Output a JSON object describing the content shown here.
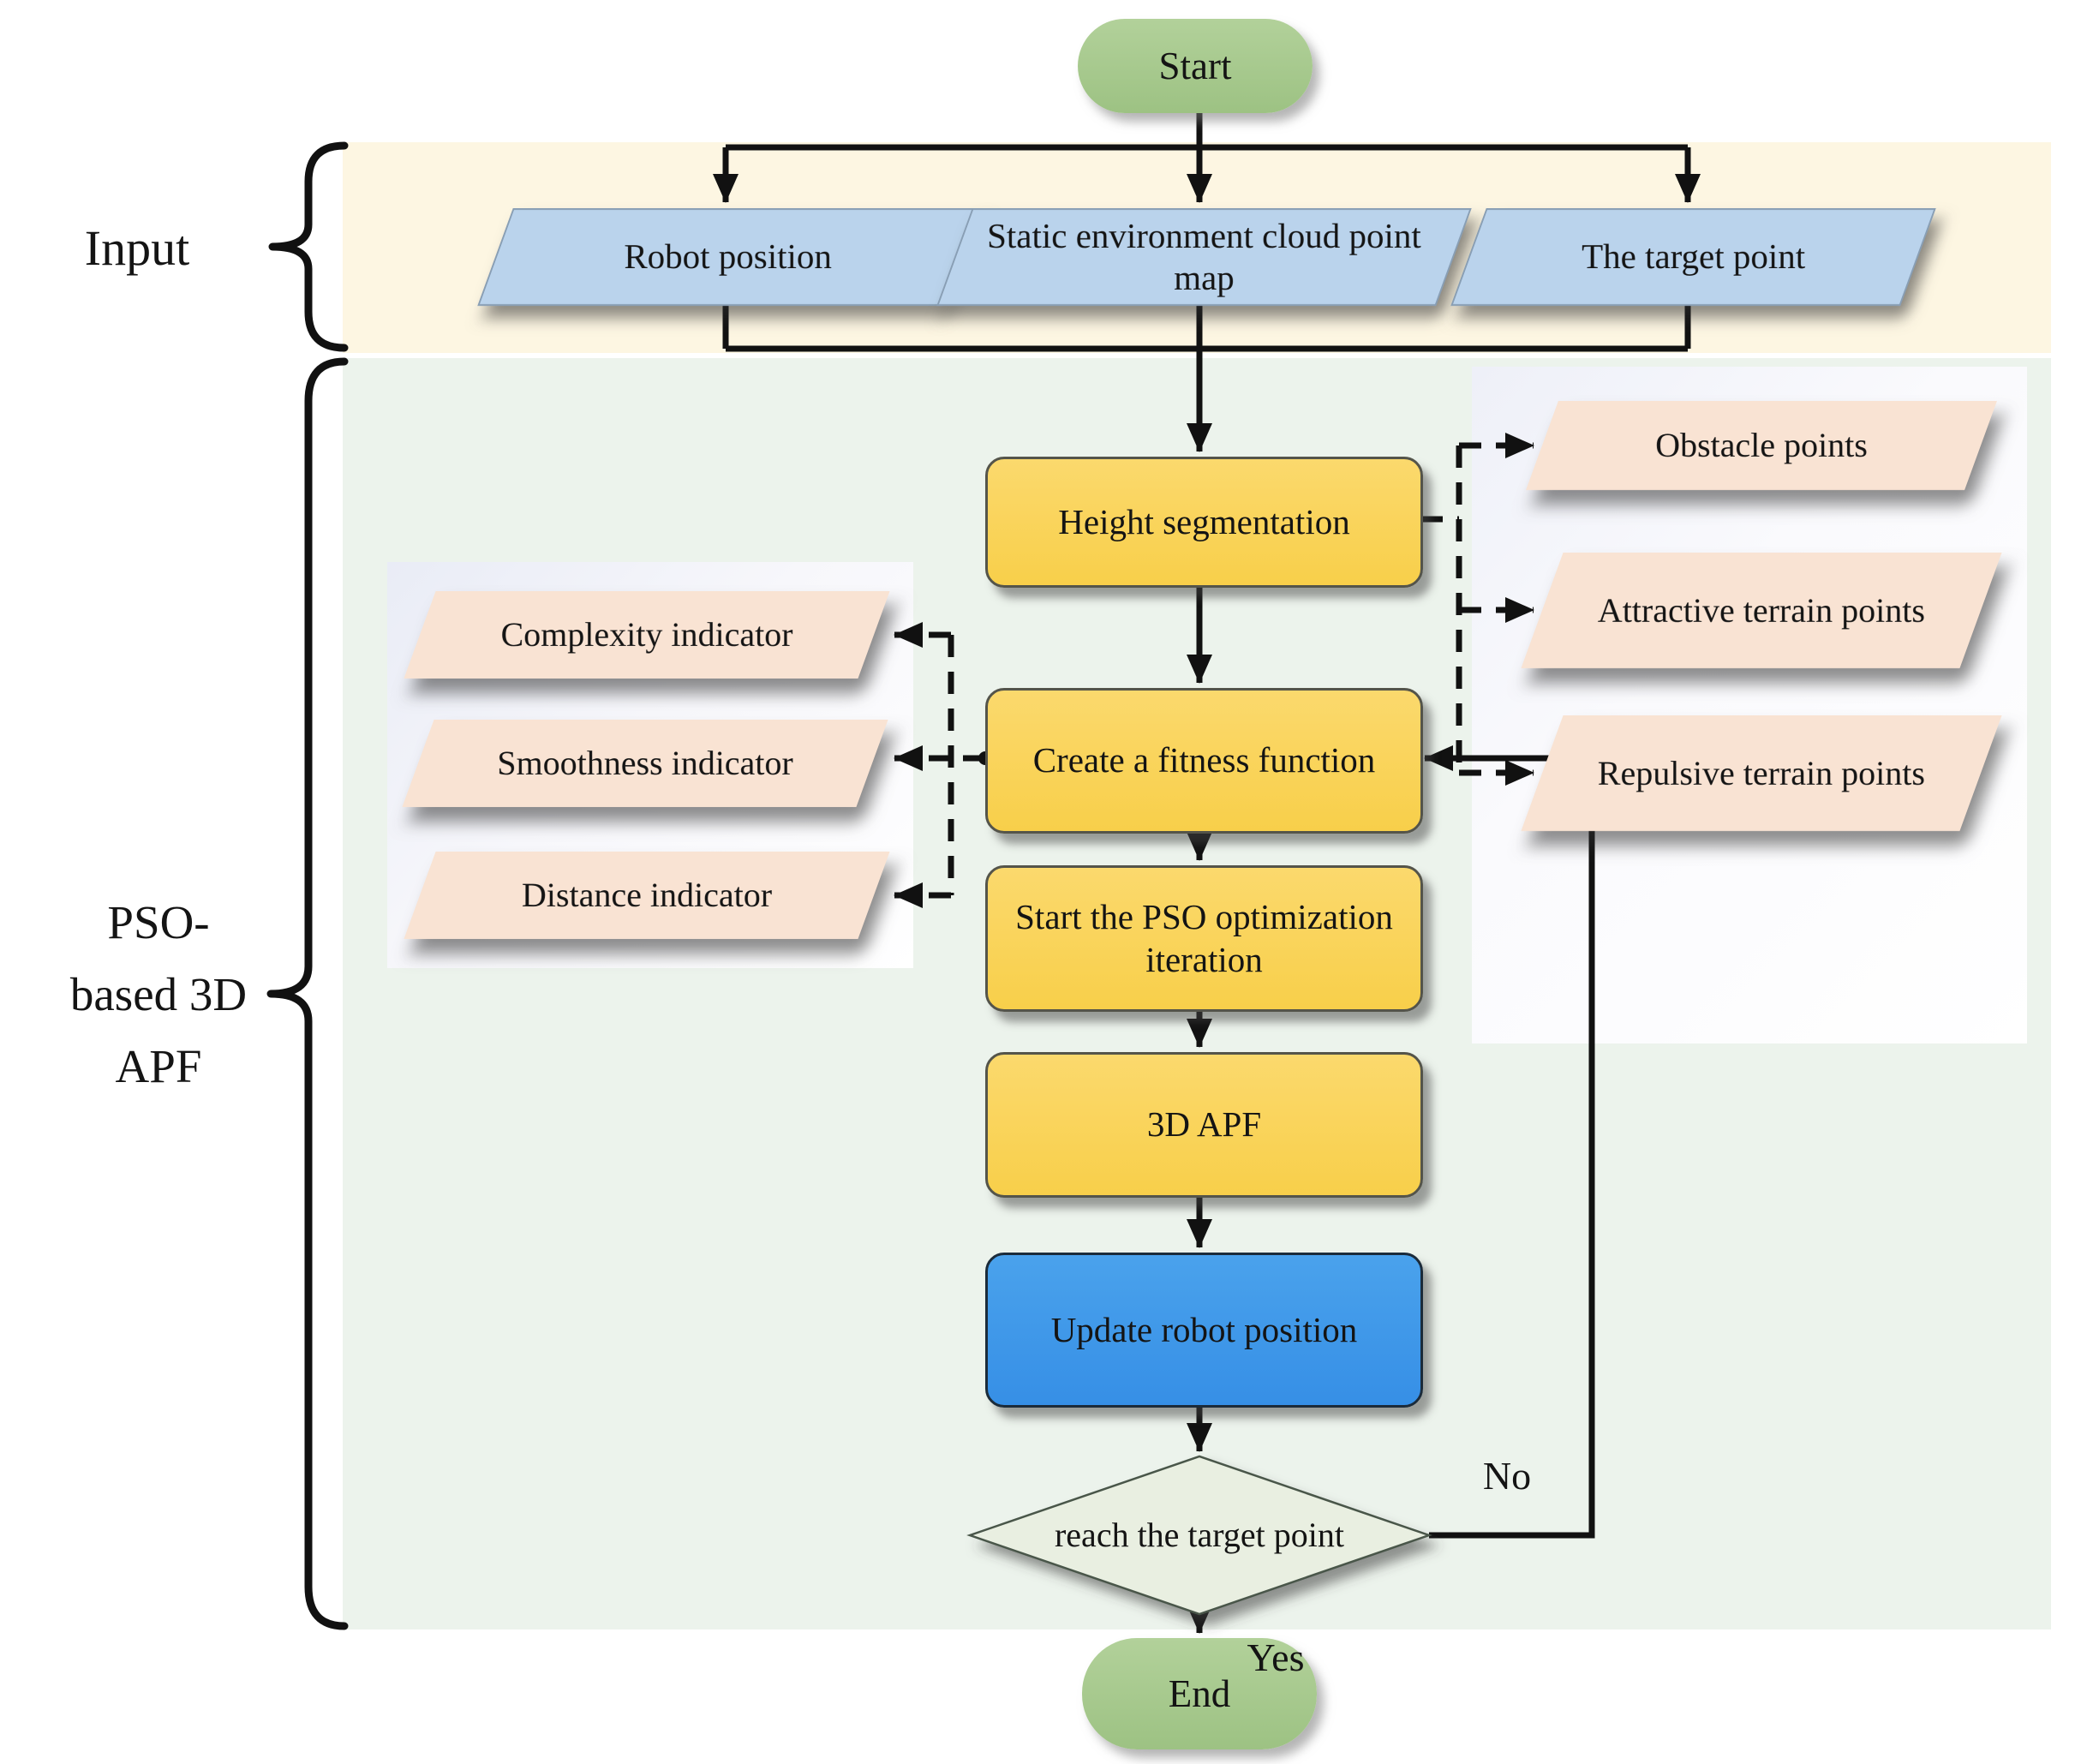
{
  "zones": {
    "input": {
      "label": "Input"
    },
    "pso": {
      "label_lines": [
        "PSO-",
        "based 3D",
        "APF"
      ]
    }
  },
  "nodes": {
    "start": "Start",
    "robot_position": "Robot position",
    "static_map": "Static environment cloud point map",
    "target_point": "The target point",
    "height_segmentation": "Height segmentation",
    "obstacle_points": "Obstacle points",
    "attractive_terrain_points": "Attractive terrain points",
    "repulsive_terrain_points": "Repulsive terrain points",
    "complexity_indicator": "Complexity indicator",
    "smoothness_indicator": "Smoothness indicator",
    "distance_indicator": "Distance indicator",
    "create_fitness_function": "Create a fitness function",
    "start_pso_iteration": "Start the PSO optimization iteration",
    "apf_3d": "3D APF",
    "update_robot_position": "Update robot position",
    "reach_target_decision": "reach the target point",
    "end": "End"
  },
  "edge_labels": {
    "no": "No",
    "yes": "Yes"
  },
  "colors": {
    "zone-input-bg": "#fdf6e2",
    "zone-pso-bg": "#ecf3ec",
    "terminal-green": "#a6c98c",
    "process-yellow": "#fad35c",
    "process-blue": "#3f9ceb",
    "io-blue": "#bad3ec",
    "io-pink": "#f9e3d3",
    "decision-green": "#e9efe1",
    "line-black": "#111111"
  }
}
